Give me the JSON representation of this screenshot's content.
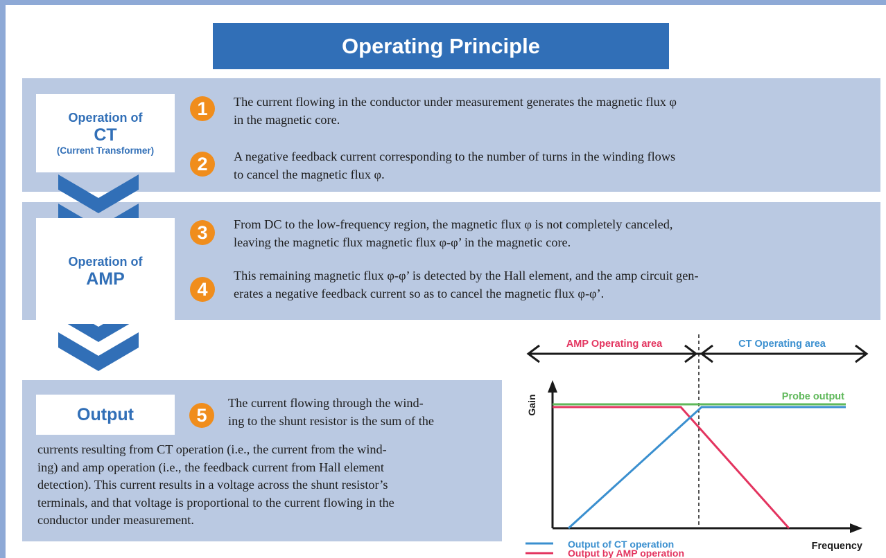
{
  "title": "Operating Principle",
  "sections": {
    "ct": {
      "label_prefix": "Operation of",
      "label_main": "CT",
      "label_sub": "(Current Transformer)"
    },
    "amp": {
      "label_prefix": "Operation of",
      "label_main": "AMP"
    },
    "output": {
      "label": "Output"
    }
  },
  "steps": [
    {
      "num": "1",
      "line1": "The current flowing in the conductor under measurement generates the magnetic flux φ",
      "line2": "in the magnetic core."
    },
    {
      "num": "2",
      "line1": "A negative feedback current corresponding to the number of turns in the winding flows",
      "line2": "to cancel the magnetic flux φ."
    },
    {
      "num": "3",
      "line1": "From DC to the low-frequency region, the magnetic flux φ is not completely canceled,",
      "line2": "leaving the magnetic flux magnetic flux φ-φ’ in the magnetic core."
    },
    {
      "num": "4",
      "line1": "This remaining magnetic flux φ-φ’ is detected by the Hall element, and the amp circuit gen-",
      "line2": "erates a negative feedback current so as to cancel the magnetic flux φ-φ’."
    },
    {
      "num": "5",
      "lines": [
        "The current flowing through the wind-",
        "ing to the shunt resistor is the sum of the",
        "currents resulting from CT operation (i.e., the current from the wind-",
        "ing) and amp operation (i.e., the feedback current from Hall element",
        "detection). This current results in a voltage across the shunt resistor’s",
        "terminals, and that voltage is proportional to the current flowing in the",
        "conductor under measurement."
      ]
    }
  ],
  "chart": {
    "amp_area": "AMP Operating area",
    "ct_area": "CT Operating area",
    "ylabel": "Gain",
    "xlabel": "Frequency",
    "probe_label": "Probe output",
    "legend_ct": "Output of CT operation",
    "legend_amp": "Output by AMP operation",
    "colors": {
      "ct": "#3a8fcf",
      "amp": "#e3345f",
      "probe": "#5fb85a",
      "dark": "#1a1a1a",
      "accent": "#316fb7",
      "badge": "#f08d1c"
    }
  }
}
